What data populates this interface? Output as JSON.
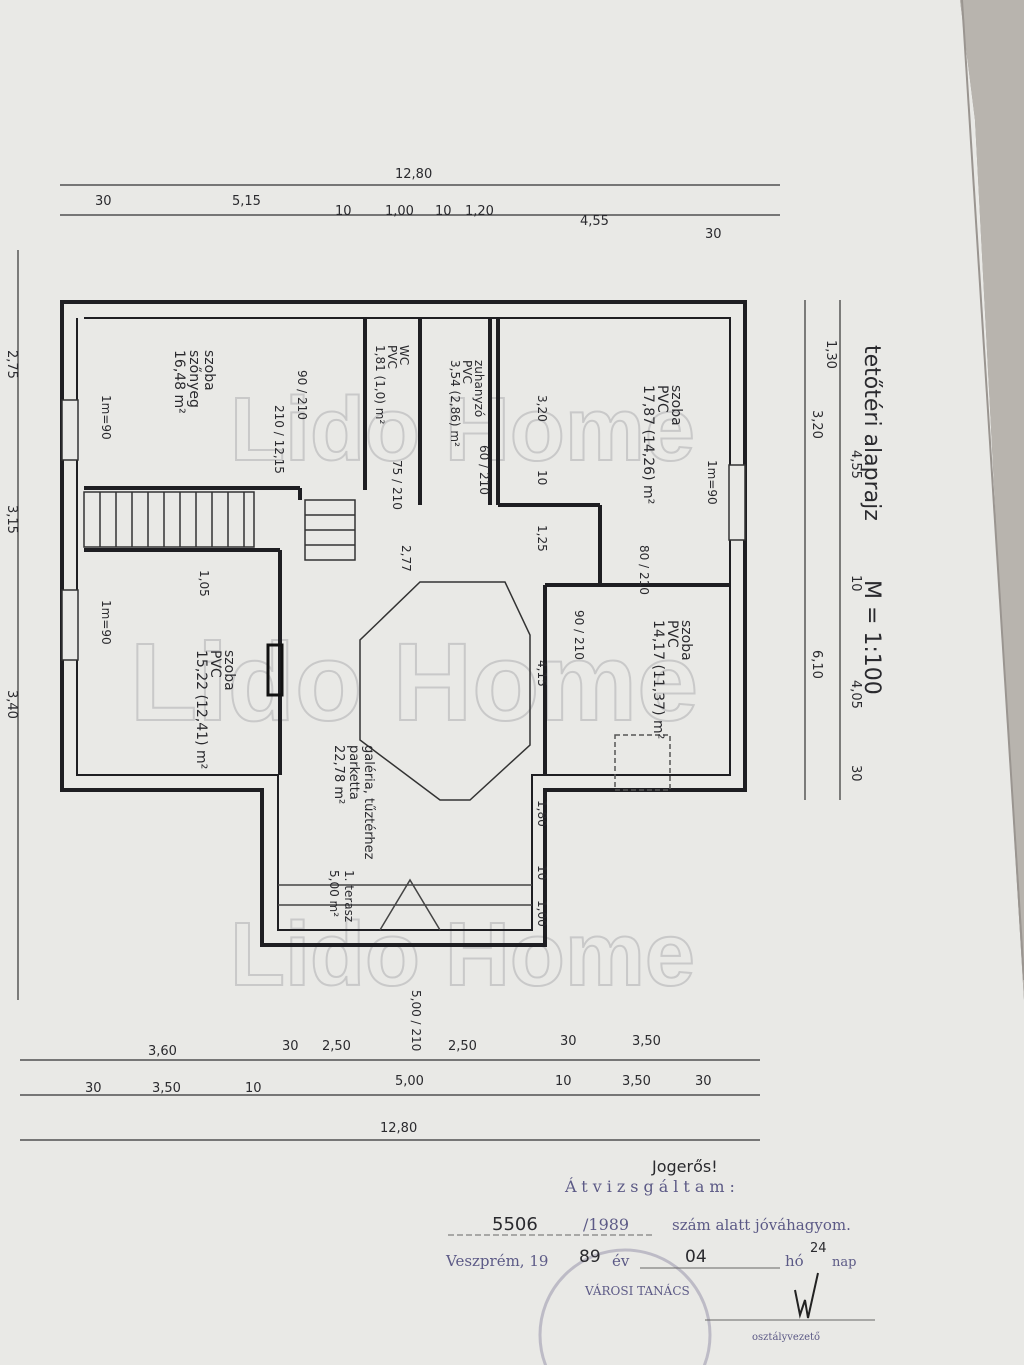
{
  "title": "tetőtéri alaprajz",
  "scale": "M = 1:100",
  "watermark": "Lido Home",
  "rooms": {
    "room_top_left": {
      "name": "szoba",
      "floor": "szőnyeg",
      "area": "16,48 m²"
    },
    "wc": {
      "name": "WC",
      "floor": "PVC",
      "area": "1,81 (1,0) m²"
    },
    "shower": {
      "name": "zuhanyzó",
      "floor": "PVC",
      "area": "3,54 (2,86) m²"
    },
    "room_top_right": {
      "name": "szoba",
      "floor": "PVC",
      "area": "17,87 (14,26) m²"
    },
    "room_bottom_right": {
      "name": "szoba",
      "floor": "PVC",
      "area": "14,17 (11,37) m²"
    },
    "room_bottom_left": {
      "name": "szoba",
      "floor": "PVC",
      "area": "15,22 (12,41) m²"
    },
    "gallery": {
      "name": "galéria, tűztérhez",
      "floor": "parketta",
      "area": "22,78 m²"
    },
    "terrace": {
      "name": "1. terasz",
      "area": "5,00 m²"
    }
  },
  "annotations": {
    "window_left_top": "1m=90",
    "window_left_bottom": "1m=90",
    "window_right": "1m=90",
    "door_a": "90 / 210",
    "door_b": "210 / 12,15",
    "door_wc": "75 / 210",
    "door_shower": "60 / 210",
    "door_right_top": "80 / 210",
    "door_right_bottom": "90 / 210",
    "stair_height": "2,77",
    "inner_1": "1,05",
    "inner_2": "3,20",
    "inner_3": "10",
    "inner_4": "1,25",
    "inner_5": "4,15",
    "inner_6": "1,80",
    "inner_7": "10",
    "inner_8": "1,00",
    "inner_9": "5,00 / 210"
  },
  "dimensions": {
    "top_total": "12,80",
    "top": [
      "30",
      "5,15",
      "10",
      "1,00",
      "10",
      "1,20",
      "4,55",
      "30"
    ],
    "bottom_row1": [
      "3,60",
      "30",
      "2,50",
      "2,50",
      "30",
      "3,50"
    ],
    "bottom_row2": [
      "30",
      "3,50",
      "10",
      "5,00",
      "10",
      "3,50",
      "30"
    ],
    "bottom_total": "12,80",
    "left": [
      "2,75",
      "3,15",
      "3,40"
    ],
    "right": [
      "1,30",
      "3,20",
      "4,55",
      "10",
      "6,10",
      "4,05",
      "30"
    ]
  },
  "approval": {
    "heading": "Átvizsgáltam:",
    "handwritten_note": "Jogerős!",
    "number": "5506",
    "year": "/1989",
    "text1": "szám alatt jóváhagyom.",
    "place": "Veszprém, 19",
    "year_hand": "89",
    "ev": "év",
    "month": "04",
    "ho": "hó",
    "day": "24",
    "nap": "nap",
    "stamp_text": "VÁROSI TANÁCS",
    "role": "osztályvezető"
  }
}
